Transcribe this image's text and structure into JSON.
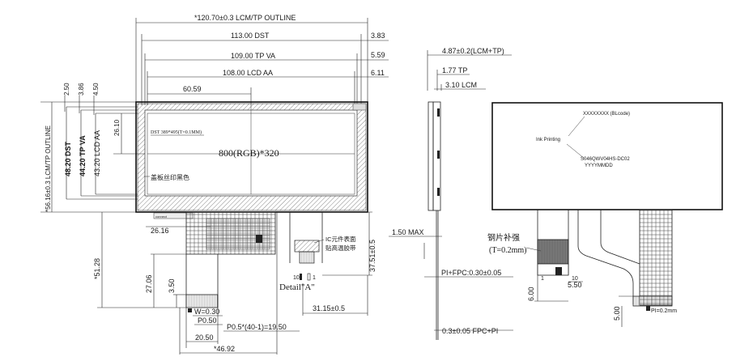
{
  "front_view": {
    "outline_width": "*120.70±0.3 LCM/TP OUTLINE",
    "dst_width": "113.00 DST",
    "tp_va_width": "109.00 TP VA",
    "lcd_aa_width": "108.00 LCD AA",
    "half_width": "60.59",
    "right_offset_1": "3.83",
    "right_offset_2": "5.59",
    "right_offset_3": "6.11",
    "top_offset_1": "2.50",
    "top_offset_2": "3.86",
    "top_offset_3": "4.50",
    "outline_height": "*56.16±0.3 LCM/TP OUTLINE",
    "dst_height": "48.20 DST",
    "tp_va_height": "44.20 TP VA",
    "lcd_aa_height": "43.20 LCD AA",
    "half_height": "26.10",
    "resolution": "800(RGB)*320",
    "dst_label": "DST 389*495(T=0.1MM)",
    "cover_note": "盖板丝印黑色",
    "small_note": "connect",
    "fpc_offset": "26.16",
    "fpc_length": "*51.28",
    "fpc_27": "27.06",
    "fpc_350": "3.50",
    "w_label": "W=0.30",
    "p_label": "P0.50",
    "pitch_label": "P0.5*(40-1)=19.50",
    "width_2050": "20.50",
    "width_4692": "*46.92",
    "ic_note_1": "IC元件表面",
    "ic_note_2": "贴高温胶带",
    "pin_10": "10",
    "pin_1": "1",
    "detail_label": "Detail\"A\"",
    "ic_height": "37.51±0.5",
    "ic_width": "31.15±0.5"
  },
  "side_view": {
    "thickness_total": "4.87±0.2(LCM+TP)",
    "tp_thickness": "1.77 TP",
    "lcm_thickness": "3.10 LCM",
    "max_label": "1.50 MAX",
    "pi_fpc": "PI+FPC:0.30±0.05",
    "fpc_pi": "0.3±0.05 FPC+PI"
  },
  "rear_view": {
    "barcode": "XXXXXXXX (BLcode)",
    "ink_printing": "Ink Printing",
    "part_number": "S046QWV04HS-DC02",
    "date_code": "YYYYMMDD",
    "stiffener_1": "钢片补强",
    "stiffener_2": "(T=0.2mm)",
    "pin_1": "1",
    "pin_10": "10",
    "dim_600": "6.00",
    "dim_550": "5.50",
    "dim_500": "5.00",
    "pi_label": "PI=0.2mm"
  },
  "colors": {
    "line": "#222222",
    "hatch": "#555555",
    "fill_dark": "#1a1a1a",
    "background": "#ffffff"
  }
}
